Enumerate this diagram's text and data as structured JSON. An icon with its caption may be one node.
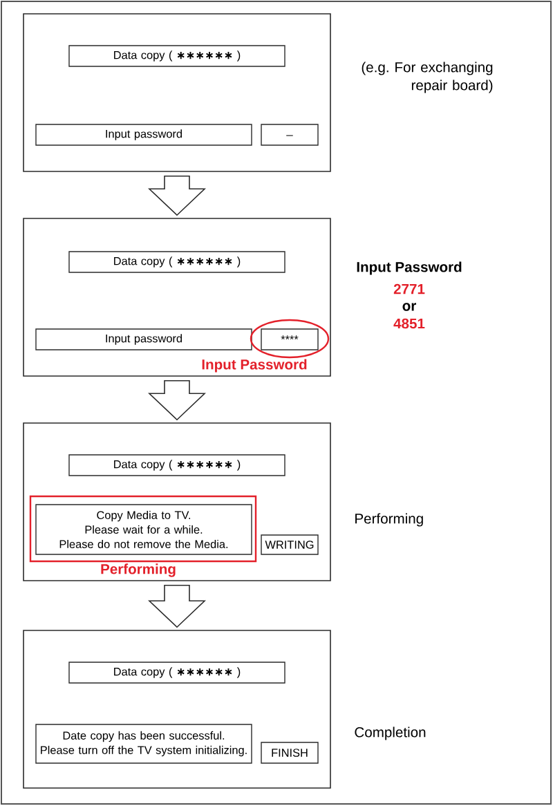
{
  "diagram": {
    "nodes": [
      {
        "text": [],
        "shape": "box",
        "beside": [
          "(e.g. For exchanging repair board)"
        ]
      },
      {
        "text": [
          "Data copy ( ∗∗∗∗∗∗ )"
        ],
        "in": 0
      },
      {
        "text": [
          "Input password"
        ],
        "in": 0
      },
      {
        "text": [
          "_"
        ],
        "in": 0
      },
      {
        "text": [],
        "shape": "box",
        "beside": [
          "Input Password",
          "2771",
          "or",
          "4851"
        ]
      },
      {
        "text": [
          "Data copy ( ∗∗∗∗∗∗ )"
        ],
        "in": 4
      },
      {
        "text": [
          "Input password"
        ],
        "in": 4
      },
      {
        "text": [
          "Input Password"
        ],
        "in": 4
      },
      {
        "text": [
          "****"
        ],
        "in": 7
      },
      {
        "text": [],
        "shape": "box",
        "beside": [
          "Performing"
        ]
      },
      {
        "text": [
          "Data copy ( ∗∗∗∗∗∗ )"
        ],
        "in": 9
      },
      {
        "text": [
          "Performing"
        ],
        "in": 9
      },
      {
        "text": [
          "Copy Media to TV. Please wait for a while. Please do not remove the Media."
        ],
        "in": 11
      },
      {
        "text": [
          "WRITING"
        ],
        "in": 9
      },
      {
        "text": [],
        "shape": "box",
        "beside": [
          "Completion"
        ]
      },
      {
        "text": [
          "Data copy ( ∗∗∗∗∗∗ )"
        ],
        "in": 14
      },
      {
        "text": [
          "Date copy has been successful. Please turn off the TV system initializing."
        ],
        "in": 14
      },
      {
        "text": [
          "FINISH"
        ],
        "in": 14
      }
    ],
    "edges": [
      {
        "from": 0,
        "to": 4,
        "arrow": "to"
      },
      {
        "from": 4,
        "to": 9,
        "arrow": "to"
      },
      {
        "from": 9,
        "to": 14,
        "arrow": "to"
      }
    ]
  }
}
